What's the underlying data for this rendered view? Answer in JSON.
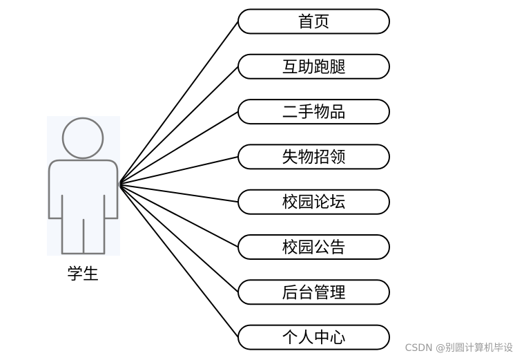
{
  "actor": {
    "label": "学生",
    "icon": "person-icon"
  },
  "use_cases": [
    "首页",
    "互助跑腿",
    "二手物品",
    "失物招领",
    "校园论坛",
    "校园公告",
    "后台管理",
    "个人中心"
  ],
  "watermark": "CSDN @别圆计算机毕设",
  "colors": {
    "line": "#000000",
    "actor_stroke": "#7a7a7a",
    "actor_glow": "#d8e6f5"
  }
}
